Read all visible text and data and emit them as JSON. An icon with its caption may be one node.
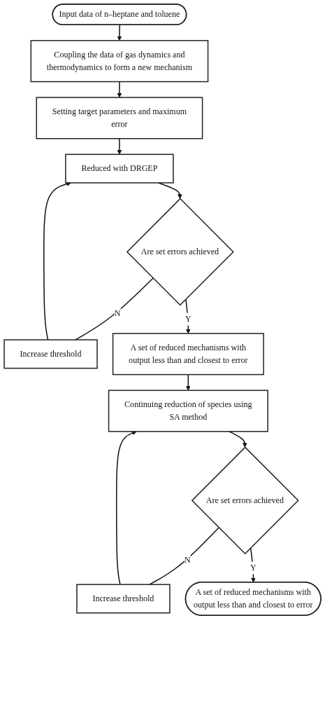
{
  "diagram": {
    "nodes": [
      {
        "text": [
          "Input data of n–heptane and toluene"
        ]
      },
      {
        "text": [
          "Coupling the data of gas dynamics and thermodynamics to form a new mechanism"
        ]
      },
      {
        "text": [
          "Setting target parameters and maximum error"
        ]
      },
      {
        "text": [
          "Reduced with DRGEP"
        ]
      },
      {
        "text": [
          "Increase threshold"
        ]
      },
      {
        "text": [
          "Are set errors achieved"
        ]
      },
      {
        "text": [
          "A set of reduced mechanisms with output less than and closest to error"
        ]
      },
      {
        "text": [
          "Continuing reduction of species using SA method"
        ]
      },
      {
        "text": [
          "Increase threshold"
        ]
      },
      {
        "text": [
          "Are set errors achieved"
        ]
      },
      {
        "text": [
          "A set of reduced mechanisms with output less than and closest to error"
        ]
      }
    ],
    "edges": [
      {
        "from": 0,
        "to": 1,
        "arrow": "to"
      },
      {
        "from": 1,
        "to": 2,
        "arrow": "to"
      },
      {
        "from": 2,
        "to": 3,
        "arrow": "to"
      },
      {
        "from": 3,
        "to": 5,
        "arrow": "to"
      },
      {
        "from": 5,
        "to": 4,
        "arrow": "none",
        "label": "N"
      },
      {
        "from": 4,
        "to": 3,
        "arrow": "to"
      },
      {
        "from": 5,
        "to": 6,
        "arrow": "to",
        "label": "Y"
      },
      {
        "from": 6,
        "to": 7,
        "arrow": "to"
      },
      {
        "from": 7,
        "to": 9,
        "arrow": "to"
      },
      {
        "from": 9,
        "to": 8,
        "arrow": "none",
        "label": "N"
      },
      {
        "from": 8,
        "to": 7,
        "arrow": "to"
      },
      {
        "from": 9,
        "to": 10,
        "arrow": "to",
        "label": "Y"
      }
    ]
  }
}
